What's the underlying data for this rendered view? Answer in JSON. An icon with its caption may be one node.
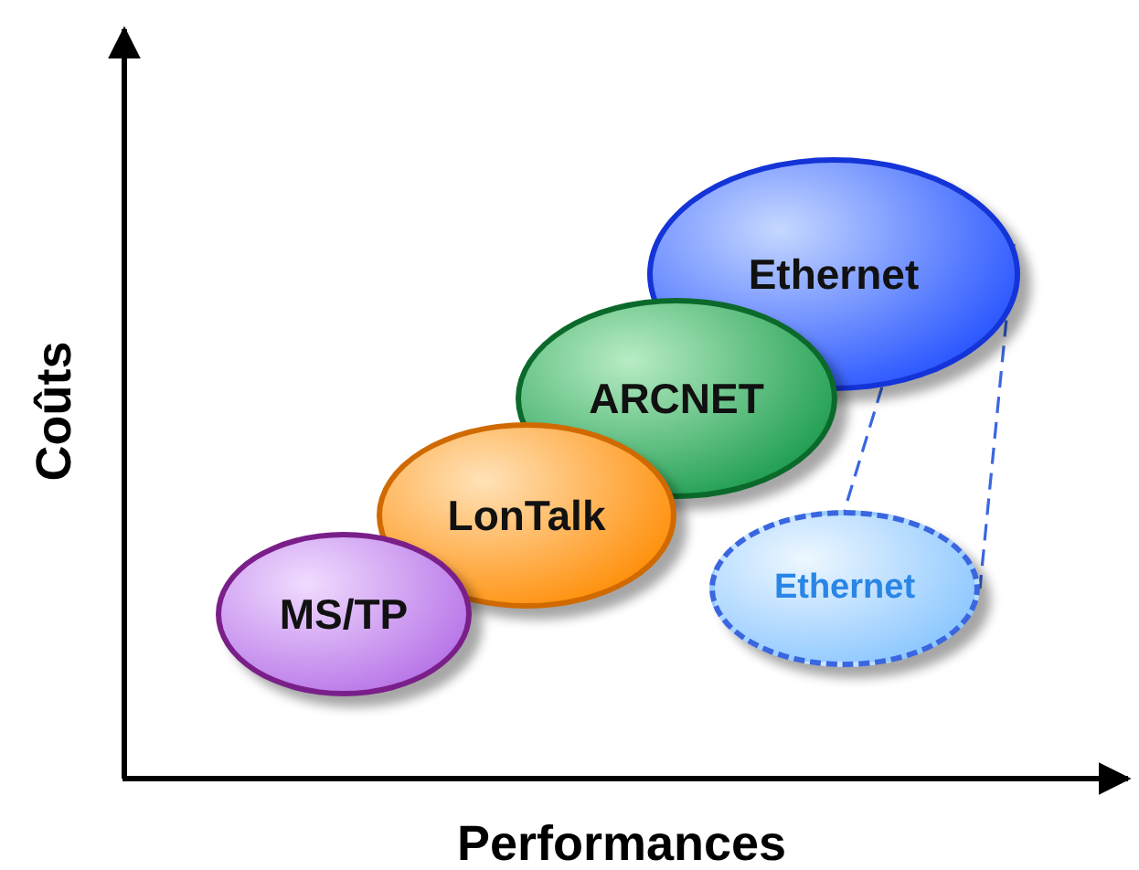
{
  "diagram": {
    "nodes": [
      {
        "text": [
          "MS/TP"
        ]
      },
      {
        "text": [
          "LonTalk"
        ]
      },
      {
        "text": [
          "ARCNET"
        ]
      },
      {
        "text": [
          "Ethernet"
        ]
      },
      {
        "text": [
          "Ethernet"
        ]
      }
    ],
    "edges": [
      {
        "from": 3,
        "to": 4,
        "arrow": "none",
        "style": "dashed"
      },
      {
        "from": 3,
        "to": 4,
        "arrow": "none",
        "style": "dashed"
      }
    ],
    "labels": [
      "Coûts",
      "Performances"
    ]
  }
}
